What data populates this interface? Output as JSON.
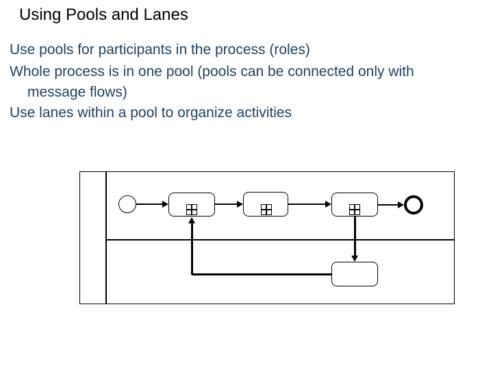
{
  "slide": {
    "title": "Using Pools and Lanes",
    "bullets": [
      {
        "text": "Use pools for participants in the process (roles)"
      },
      {
        "text": "Whole process is in one pool (pools can be connected only with"
      },
      {
        "text": "message flows)"
      },
      {
        "text": "Use lanes within a pool to organize activities"
      }
    ]
  },
  "colors": {
    "background": "#ffffff",
    "title_text": "#000000",
    "body_text": "#1d4265",
    "diagram_line": "#000000"
  },
  "diagram": {
    "type": "bpmn-pool-with-lanes",
    "pool": {
      "label": "",
      "lane_count": 2
    },
    "nodes": [
      {
        "id": "start",
        "kind": "start-event",
        "lane": 1
      },
      {
        "id": "task1",
        "kind": "collapsed-subprocess",
        "marker": "+",
        "lane": 1
      },
      {
        "id": "task2",
        "kind": "collapsed-subprocess",
        "marker": "+",
        "lane": 1
      },
      {
        "id": "task3",
        "kind": "collapsed-subprocess",
        "marker": "+",
        "lane": 1
      },
      {
        "id": "task4",
        "kind": "task",
        "lane": 2
      },
      {
        "id": "end",
        "kind": "end-event",
        "lane": 1
      }
    ],
    "flows": [
      {
        "from": "start",
        "to": "task1"
      },
      {
        "from": "task1",
        "to": "task2"
      },
      {
        "from": "task2",
        "to": "task3"
      },
      {
        "from": "task3",
        "to": "end"
      },
      {
        "from": "task3",
        "to": "task4"
      },
      {
        "from": "task4",
        "to": "task1"
      }
    ]
  }
}
